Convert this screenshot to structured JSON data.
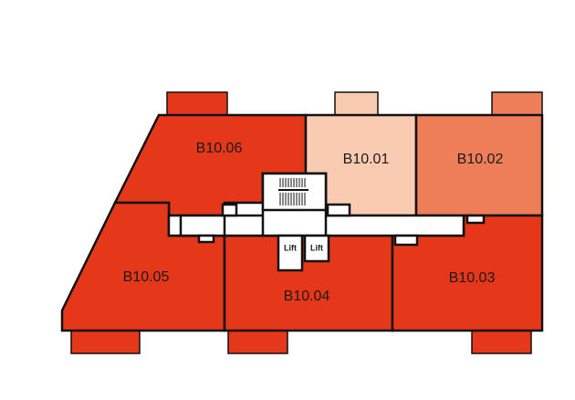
{
  "units": [
    {
      "id": "B10.01",
      "label": "B10.01",
      "color": "#F9CBB1"
    },
    {
      "id": "B10.02",
      "label": "B10.02",
      "color": "#EE7E58"
    },
    {
      "id": "B10.03",
      "label": "B10.03",
      "color": "#E5381A"
    },
    {
      "id": "B10.04",
      "label": "B10.04",
      "color": "#E5381A"
    },
    {
      "id": "B10.05",
      "label": "B10.05",
      "color": "#E5381A"
    },
    {
      "id": "B10.06",
      "label": "B10.06",
      "color": "#E5381A"
    }
  ],
  "lifts": [
    {
      "label": "Lift"
    },
    {
      "label": "Lift"
    }
  ],
  "colors": {
    "sold": "#E5381A",
    "reserved": "#EE7E58",
    "available": "#F9CBB1",
    "outline": "#111111"
  }
}
